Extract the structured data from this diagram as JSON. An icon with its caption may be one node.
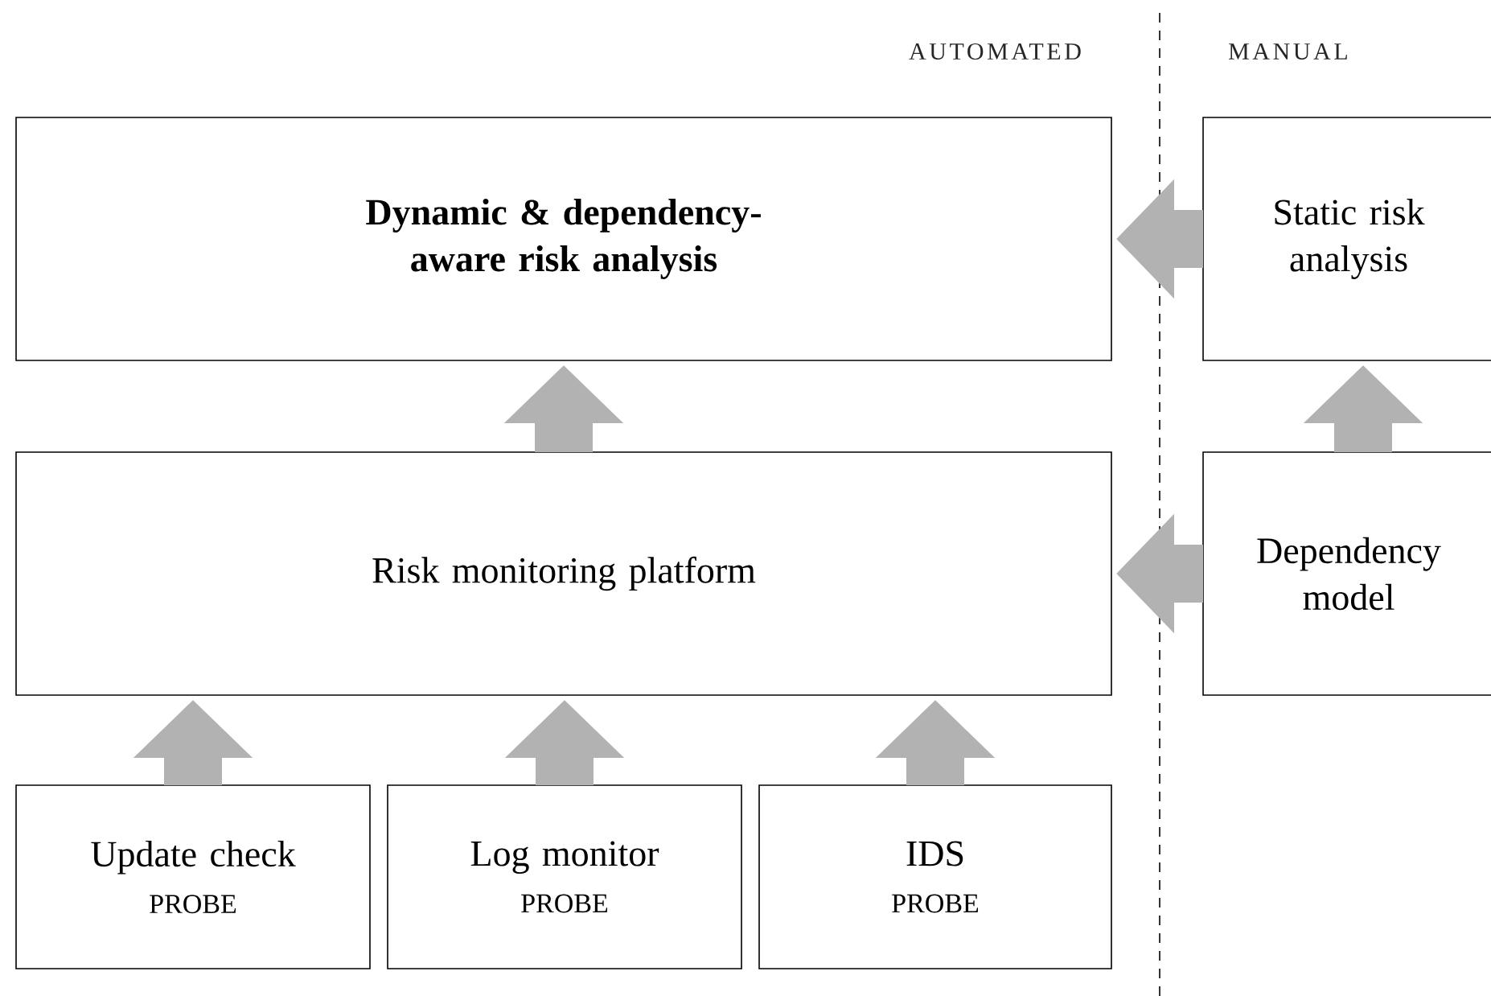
{
  "diagram": {
    "nodes": [
      {
        "text": [
          "Dynamic & dependency-aware risk analysis"
        ]
      },
      {
        "text": [
          "Static risk analysis"
        ]
      },
      {
        "text": [
          "Risk monitoring platform"
        ]
      },
      {
        "text": [
          "Dependency model"
        ]
      },
      {
        "text": [
          "Update check",
          "PROBE"
        ]
      },
      {
        "text": [
          "Log monitor",
          "PROBE"
        ]
      },
      {
        "text": [
          "IDS",
          "PROBE"
        ]
      }
    ],
    "edges": [
      {
        "from": 1,
        "to": 0,
        "arrow": "to"
      },
      {
        "from": 2,
        "to": 0,
        "arrow": "to"
      },
      {
        "from": 3,
        "to": 1,
        "arrow": "to"
      },
      {
        "from": 3,
        "to": 2,
        "arrow": "to"
      },
      {
        "from": 4,
        "to": 2,
        "arrow": "to"
      },
      {
        "from": 5,
        "to": 2,
        "arrow": "to"
      },
      {
        "from": 6,
        "to": 2,
        "arrow": "to"
      }
    ],
    "labels": [
      "AUTOMATED",
      "MANUAL"
    ]
  }
}
